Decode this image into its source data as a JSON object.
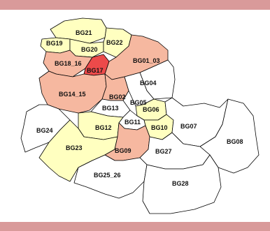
{
  "legend_colors": {
    "frame": "#d99a9a",
    "none": "#ffffff",
    "low": "#ffffc0",
    "medium": "#f6b8a0",
    "high": "#ec4a4a"
  },
  "districts": [
    {
      "id": "BG21",
      "label": "BG21",
      "level": "low"
    },
    {
      "id": "BG19",
      "label": "BG19",
      "level": "low"
    },
    {
      "id": "BG20",
      "label": "BG20",
      "level": "low"
    },
    {
      "id": "BG22",
      "label": "BG22",
      "level": "low"
    },
    {
      "id": "BG18_16",
      "label": "BG18_16",
      "level": "medium"
    },
    {
      "id": "BG17",
      "label": "BG17",
      "level": "high"
    },
    {
      "id": "BG01_03",
      "label": "BG01_03",
      "level": "medium"
    },
    {
      "id": "BG04",
      "label": "BG04",
      "level": "none"
    },
    {
      "id": "BG14_15",
      "label": "BG14_15",
      "level": "medium"
    },
    {
      "id": "BG02",
      "label": "BG02",
      "level": "medium"
    },
    {
      "id": "BG05",
      "label": "BG05",
      "level": "none"
    },
    {
      "id": "BG13",
      "label": "BG13",
      "level": "none"
    },
    {
      "id": "BG06",
      "label": "BG06",
      "level": "low"
    },
    {
      "id": "BG11",
      "label": "BG11",
      "level": "none"
    },
    {
      "id": "BG10",
      "label": "BG10",
      "level": "low"
    },
    {
      "id": "BG07",
      "label": "BG07",
      "level": "none"
    },
    {
      "id": "BG24",
      "label": "BG24",
      "level": "none"
    },
    {
      "id": "BG12",
      "label": "BG12",
      "level": "low"
    },
    {
      "id": "BG08",
      "label": "BG08",
      "level": "none"
    },
    {
      "id": "BG23",
      "label": "BG23",
      "level": "low"
    },
    {
      "id": "BG09",
      "label": "BG09",
      "level": "medium"
    },
    {
      "id": "BG27",
      "label": "BG27",
      "level": "none"
    },
    {
      "id": "BG25_26",
      "label": "BG25_26",
      "level": "none"
    },
    {
      "id": "BG28",
      "label": "BG28",
      "level": "none"
    }
  ]
}
